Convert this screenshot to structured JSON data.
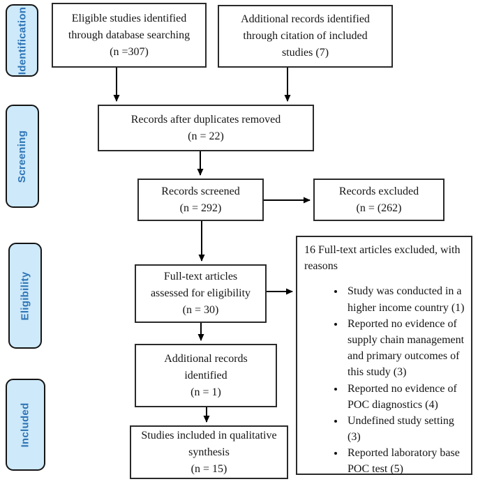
{
  "title": "PRISMA study selection flow diagram",
  "colors": {
    "stage_fill": "#cde9fa",
    "stage_text": "#2e74b5",
    "box_border": "#2a2a2a",
    "arrow": "#000000"
  },
  "sidebar": {
    "stages": [
      {
        "label": "Identification"
      },
      {
        "label": "Screening"
      },
      {
        "label": "Eligibility"
      },
      {
        "label": "Included"
      }
    ]
  },
  "flow": {
    "identified_db": {
      "lines": [
        "Eligible studies identified",
        "through database searching",
        "(n =307)"
      ]
    },
    "identified_citation": {
      "lines": [
        "Additional records identified",
        "through citation of included",
        "studies (7)"
      ]
    },
    "after_duplicates": {
      "lines": [
        "Records after duplicates removed",
        "(n = 22)"
      ]
    },
    "screened": {
      "lines": [
        "Records screened",
        "(n = 292)"
      ]
    },
    "excluded": {
      "lines": [
        "Records excluded",
        "(n = (262)"
      ]
    },
    "fulltext_assessed": {
      "lines": [
        "Full-text articles",
        "assessed for eligibility",
        "(n = 30)"
      ]
    },
    "additional_identified": {
      "lines": [
        "Additional records",
        "identified",
        "(n = 1)"
      ]
    },
    "qualitative_synthesis": {
      "lines": [
        "Studies included in qualitative",
        "synthesis",
        "(n = 15)"
      ]
    }
  },
  "exclusion": {
    "heading_lines": [
      "16 Full-text articles excluded, with",
      "reasons"
    ],
    "items": [
      "Study was conducted in a higher income country (1)",
      "Reported no evidence of supply chain management and primary outcomes of this study (3)",
      "Reported no evidence of POC diagnostics (4)",
      "Undefined study setting (3)",
      "Reported laboratory base POC test (5)"
    ]
  }
}
